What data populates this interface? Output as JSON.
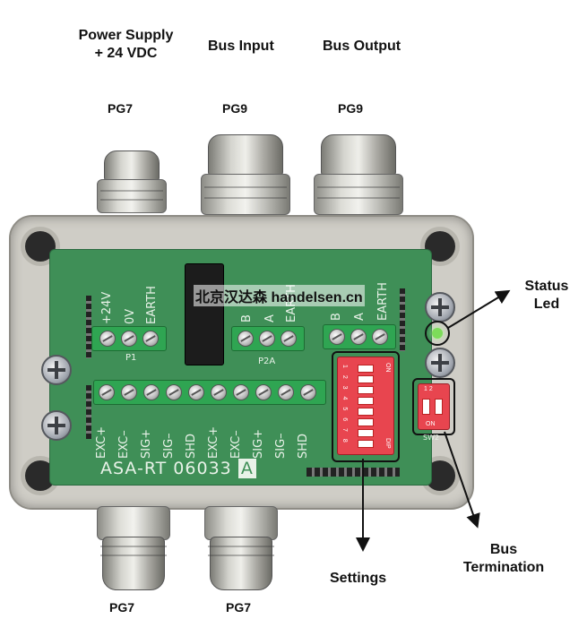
{
  "labels": {
    "power_supply_line1": "Power Supply",
    "power_supply_line2": "+ 24 VDC",
    "bus_input": "Bus Input",
    "bus_output": "Bus Output",
    "status_led_line1": "Status",
    "status_led_line2": "Led",
    "settings": "Settings",
    "bus_termination_line1": "Bus",
    "bus_termination_line2": "Termination"
  },
  "gland_types": {
    "top_left": "PG7",
    "top_middle": "PG9",
    "top_right": "PG9",
    "bottom_left": "PG7",
    "bottom_right": "PG7"
  },
  "pcb": {
    "p1_terminals": [
      "+24V",
      "0V",
      "EARTH"
    ],
    "p1_label": "P1",
    "p2a_terminals": [
      "B",
      "A",
      "EARTH"
    ],
    "p2a_label": "P2A",
    "p2b_terminals": [
      "B",
      "A",
      "EARTH"
    ],
    "bottom_terminals": [
      "EXC+",
      "EXC–",
      "SIG+",
      "SIG–",
      "SHD",
      "EXC+",
      "EXC–",
      "SIG+",
      "SIG–",
      "SHD"
    ],
    "model": "ASA-RT 06033",
    "revision": "A",
    "dip_on": "ON",
    "dip_label": "DIP",
    "dip_numbers": "1 2 3 4 5 6 7 8",
    "term_numbers": "1 2",
    "term_on": "ON",
    "sw2": "SW2"
  },
  "watermark": "北京汉达森 handelsen.cn",
  "colors": {
    "pcb": "#3f8f57",
    "terminal": "#2fa552",
    "dip_switch": "#e8454f",
    "housing": "#cfcdc6",
    "led": "#7ddc5a"
  }
}
